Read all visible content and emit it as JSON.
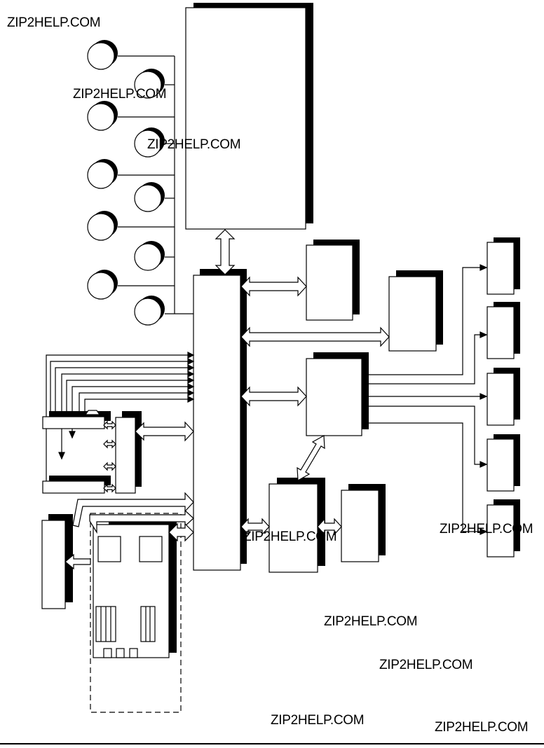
{
  "watermarks": [
    "ZIP2HELP.COM",
    "ZIP2HELP.COM",
    "ZIP2HELP.COM",
    "ZIP2HELP.COM",
    "ZIP2HELP.COM",
    "ZIP2HELP.COM",
    "ZIP2HELP.COM",
    "ZIP2HELP.COM",
    "ZIP2HELP.COM"
  ],
  "colors": {
    "line": "#000000",
    "background": "#ffffff"
  }
}
